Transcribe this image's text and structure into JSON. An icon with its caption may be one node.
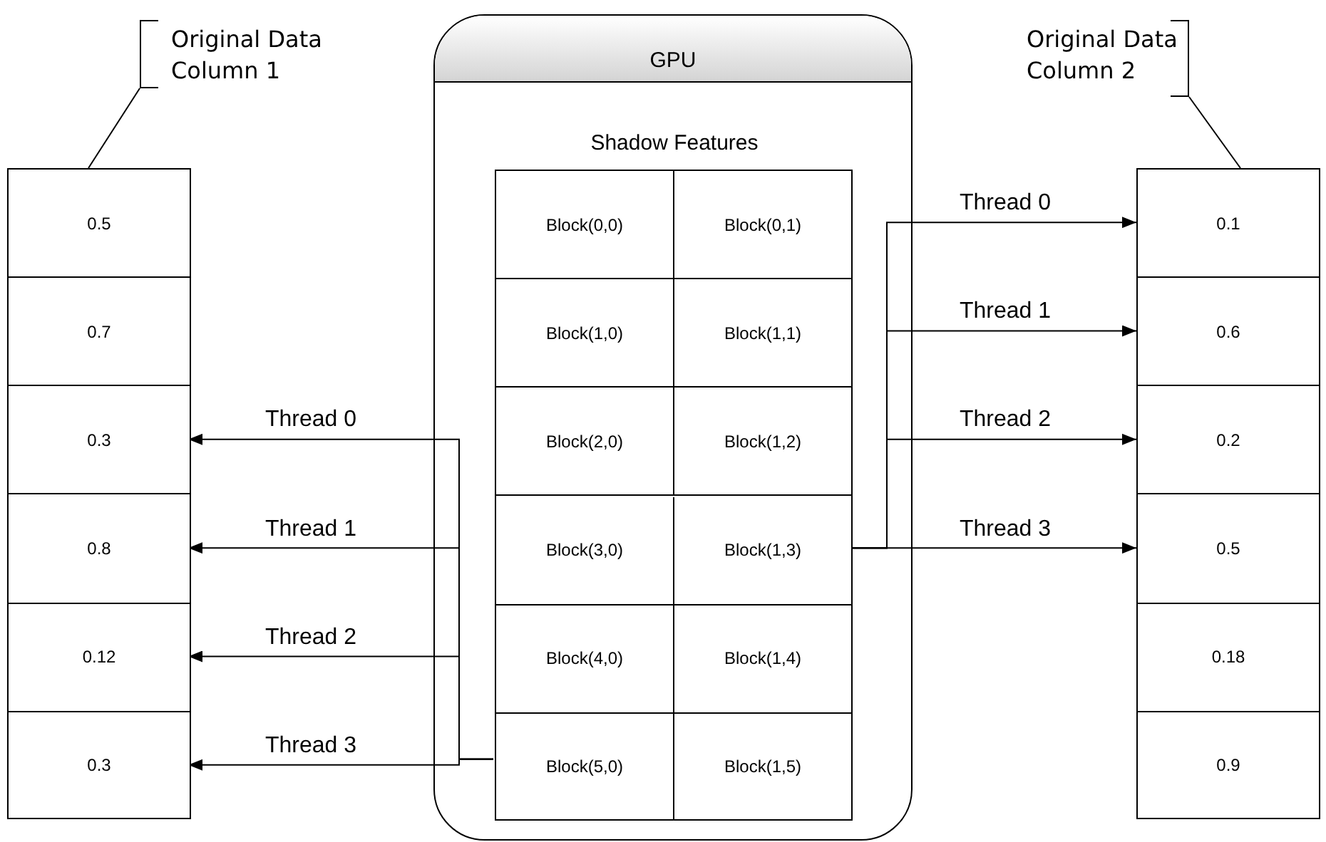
{
  "diagram": {
    "nodes": [
      {
        "text": [
          "Original Data Column 1"
        ]
      },
      {
        "text": [],
        "shape": "box"
      },
      {
        "text": [
          "0.5"
        ],
        "in": 1
      },
      {
        "text": [
          "0.7"
        ],
        "in": 1
      },
      {
        "text": [
          "0.3"
        ],
        "in": 1
      },
      {
        "text": [
          "0.8"
        ],
        "in": 1
      },
      {
        "text": [
          "0.12"
        ],
        "in": 1
      },
      {
        "text": [
          "0.3"
        ],
        "in": 1
      },
      {
        "text": [
          "GPU"
        ]
      },
      {
        "text": [
          "Shadow Features"
        ],
        "in": 8
      },
      {
        "text": [
          "Block(0,0)"
        ],
        "in": 9
      },
      {
        "text": [
          "Block(0,1)"
        ],
        "in": 9
      },
      {
        "text": [
          "Block(1,0)"
        ],
        "in": 9
      },
      {
        "text": [
          "Block(1,1)"
        ],
        "in": 9
      },
      {
        "text": [
          "Block(2,0)"
        ],
        "in": 9
      },
      {
        "text": [
          "Block(1,2)"
        ],
        "in": 9
      },
      {
        "text": [
          "Block(3,0)"
        ],
        "in": 9
      },
      {
        "text": [
          "Block(1,3)"
        ],
        "in": 9
      },
      {
        "text": [
          "Block(4,0)"
        ],
        "in": 9
      },
      {
        "text": [
          "Block(1,4)"
        ],
        "in": 9
      },
      {
        "text": [
          "Block(5,0)"
        ],
        "in": 9
      },
      {
        "text": [
          "Block(1,5)"
        ],
        "in": 9
      },
      {
        "text": [
          "Original Data Column 2"
        ]
      },
      {
        "text": [],
        "shape": "box"
      },
      {
        "text": [
          "0.1"
        ],
        "in": 23
      },
      {
        "text": [
          "0.6"
        ],
        "in": 23
      },
      {
        "text": [
          "0.2"
        ],
        "in": 23
      },
      {
        "text": [
          "0.5"
        ],
        "in": 23
      },
      {
        "text": [
          "0.18"
        ],
        "in": 23
      },
      {
        "text": [
          "0.9"
        ],
        "in": 23
      }
    ],
    "edges": [
      {
        "from": 0,
        "to": 1,
        "arrow": "none"
      },
      {
        "from": 22,
        "to": 23,
        "arrow": "none"
      },
      {
        "from": 20,
        "to": 4,
        "arrow": "to",
        "label": "Thread 0"
      },
      {
        "from": 20,
        "to": 5,
        "arrow": "to",
        "label": "Thread 1"
      },
      {
        "from": 20,
        "to": 6,
        "arrow": "to",
        "label": "Thread 2"
      },
      {
        "from": 20,
        "to": 7,
        "arrow": "to",
        "label": "Thread 3"
      },
      {
        "from": 17,
        "to": 24,
        "arrow": "to",
        "label": "Thread 0"
      },
      {
        "from": 17,
        "to": 25,
        "arrow": "to",
        "label": "Thread 1"
      },
      {
        "from": 17,
        "to": 26,
        "arrow": "to",
        "label": "Thread 2"
      },
      {
        "from": 17,
        "to": 27,
        "arrow": "to",
        "label": "Thread 3"
      }
    ]
  }
}
